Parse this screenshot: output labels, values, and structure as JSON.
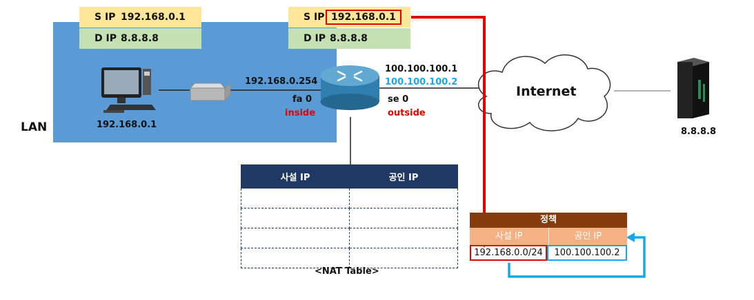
{
  "lan": {
    "label": "LAN",
    "pc_ip": "192.168.0.1"
  },
  "packet_before": {
    "s_key": "S IP",
    "s_val": "192.168.0.1",
    "d_key": "D IP",
    "d_val": "8.8.8.8"
  },
  "packet_after": {
    "s_key": "S IP",
    "s_val": "192.168.0.1",
    "d_key": "D IP",
    "d_val": "8.8.8.8"
  },
  "router": {
    "inside_ip": "192.168.0.254",
    "inside_if": "fa 0",
    "inside_label": "inside",
    "outside_ip1": "100.100.100.1",
    "outside_ip2": "100.100.100.2",
    "outside_if": "se 0",
    "outside_label": "outside"
  },
  "internet": {
    "label": "Internet"
  },
  "server": {
    "ip": "8.8.8.8"
  },
  "nat_table": {
    "headers": [
      "사설 IP",
      "공인 IP"
    ],
    "rows": [
      [
        "",
        ""
      ],
      [
        "",
        ""
      ],
      [
        "",
        ""
      ],
      [
        "",
        ""
      ]
    ],
    "caption": "<NAT Table>"
  },
  "policy": {
    "title": "정책",
    "headers": [
      "사설 IP",
      "공인 IP"
    ],
    "private": "192.168.0.0/24",
    "public": "100.100.100.2"
  },
  "colors": {
    "lan_bg": "#5b9bd5",
    "s_ip_bg": "#ffe699",
    "d_ip_bg": "#c5e0b3",
    "nat_header": "#1f3864",
    "policy_title": "#843c0c",
    "policy_header": "#f4b183",
    "red_arrow": "#e00000",
    "blue_arrow": "#18a8e8"
  }
}
